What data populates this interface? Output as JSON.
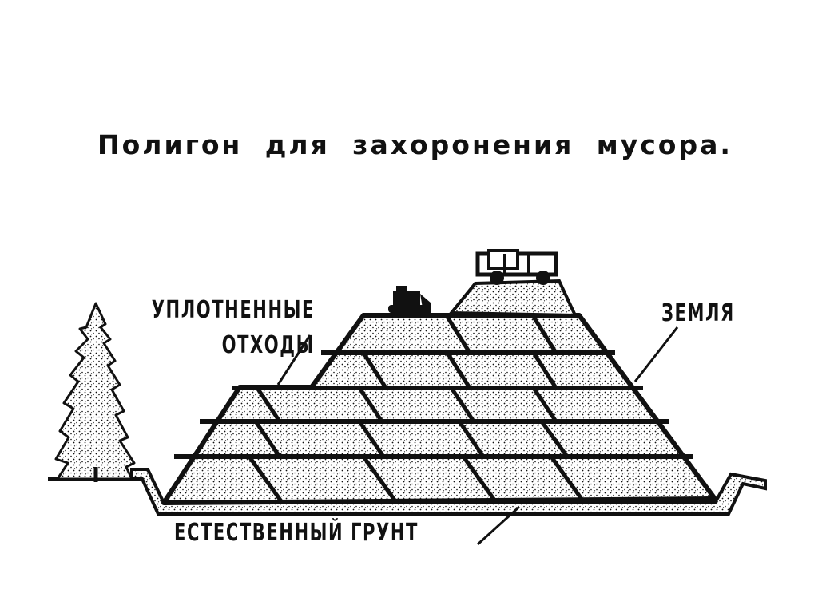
{
  "title": "Полигон для захоронения мусора.",
  "labels": {
    "compacted_waste_line1": "УПЛОТНЕННЫЕ",
    "compacted_waste_line2": "ОТХОДЫ",
    "earth": "ЗЕМЛЯ",
    "natural_ground": "ЕСТЕСТВЕННЫЙ ГРУНТ"
  },
  "icons": {
    "tree": "tree-icon",
    "bulldozer": "bulldozer-icon",
    "truck": "truck-icon"
  },
  "colors": {
    "ink": "#111111",
    "background": "#ffffff"
  }
}
